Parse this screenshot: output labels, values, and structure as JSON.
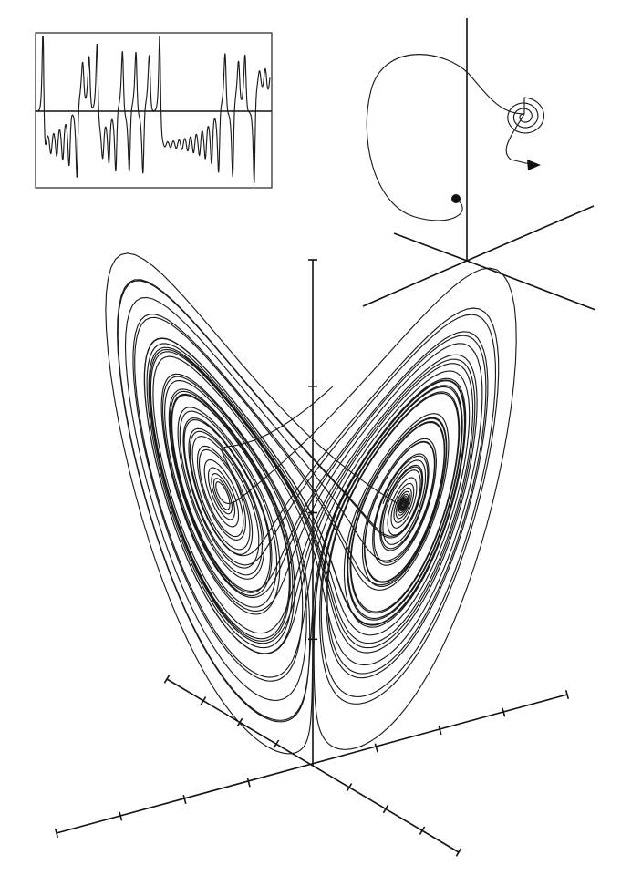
{
  "figure": {
    "panels": [
      {
        "id": "time-series",
        "kind": "oscillation trace"
      },
      {
        "id": "phase-sketch",
        "kind": "trajectory from start point"
      },
      {
        "id": "attractor",
        "kind": "butterfly-shaped strange attractor"
      }
    ],
    "colors": {
      "ink": "#1a1a1a",
      "background": "#ffffff"
    },
    "axes": {
      "has_tick_marks": true,
      "tick_count_per_arm": 4
    }
  }
}
